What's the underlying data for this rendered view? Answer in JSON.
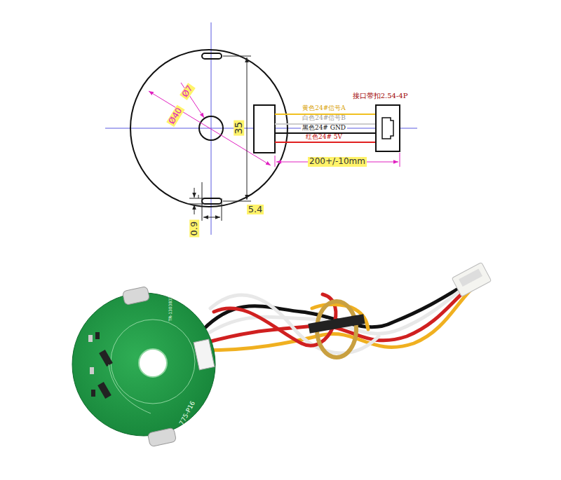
{
  "diagram": {
    "labels": [
      "Ø7",
      "Ø40",
      "35",
      "接口带扣2.54-4P",
      "黄色24#信号A",
      "白色24#信号B",
      "黑色24# GND",
      "红色24# 5V",
      "200+/-10mm",
      "5.4",
      "0.9",
      "TR-1303837",
      "775-P16"
    ]
  }
}
